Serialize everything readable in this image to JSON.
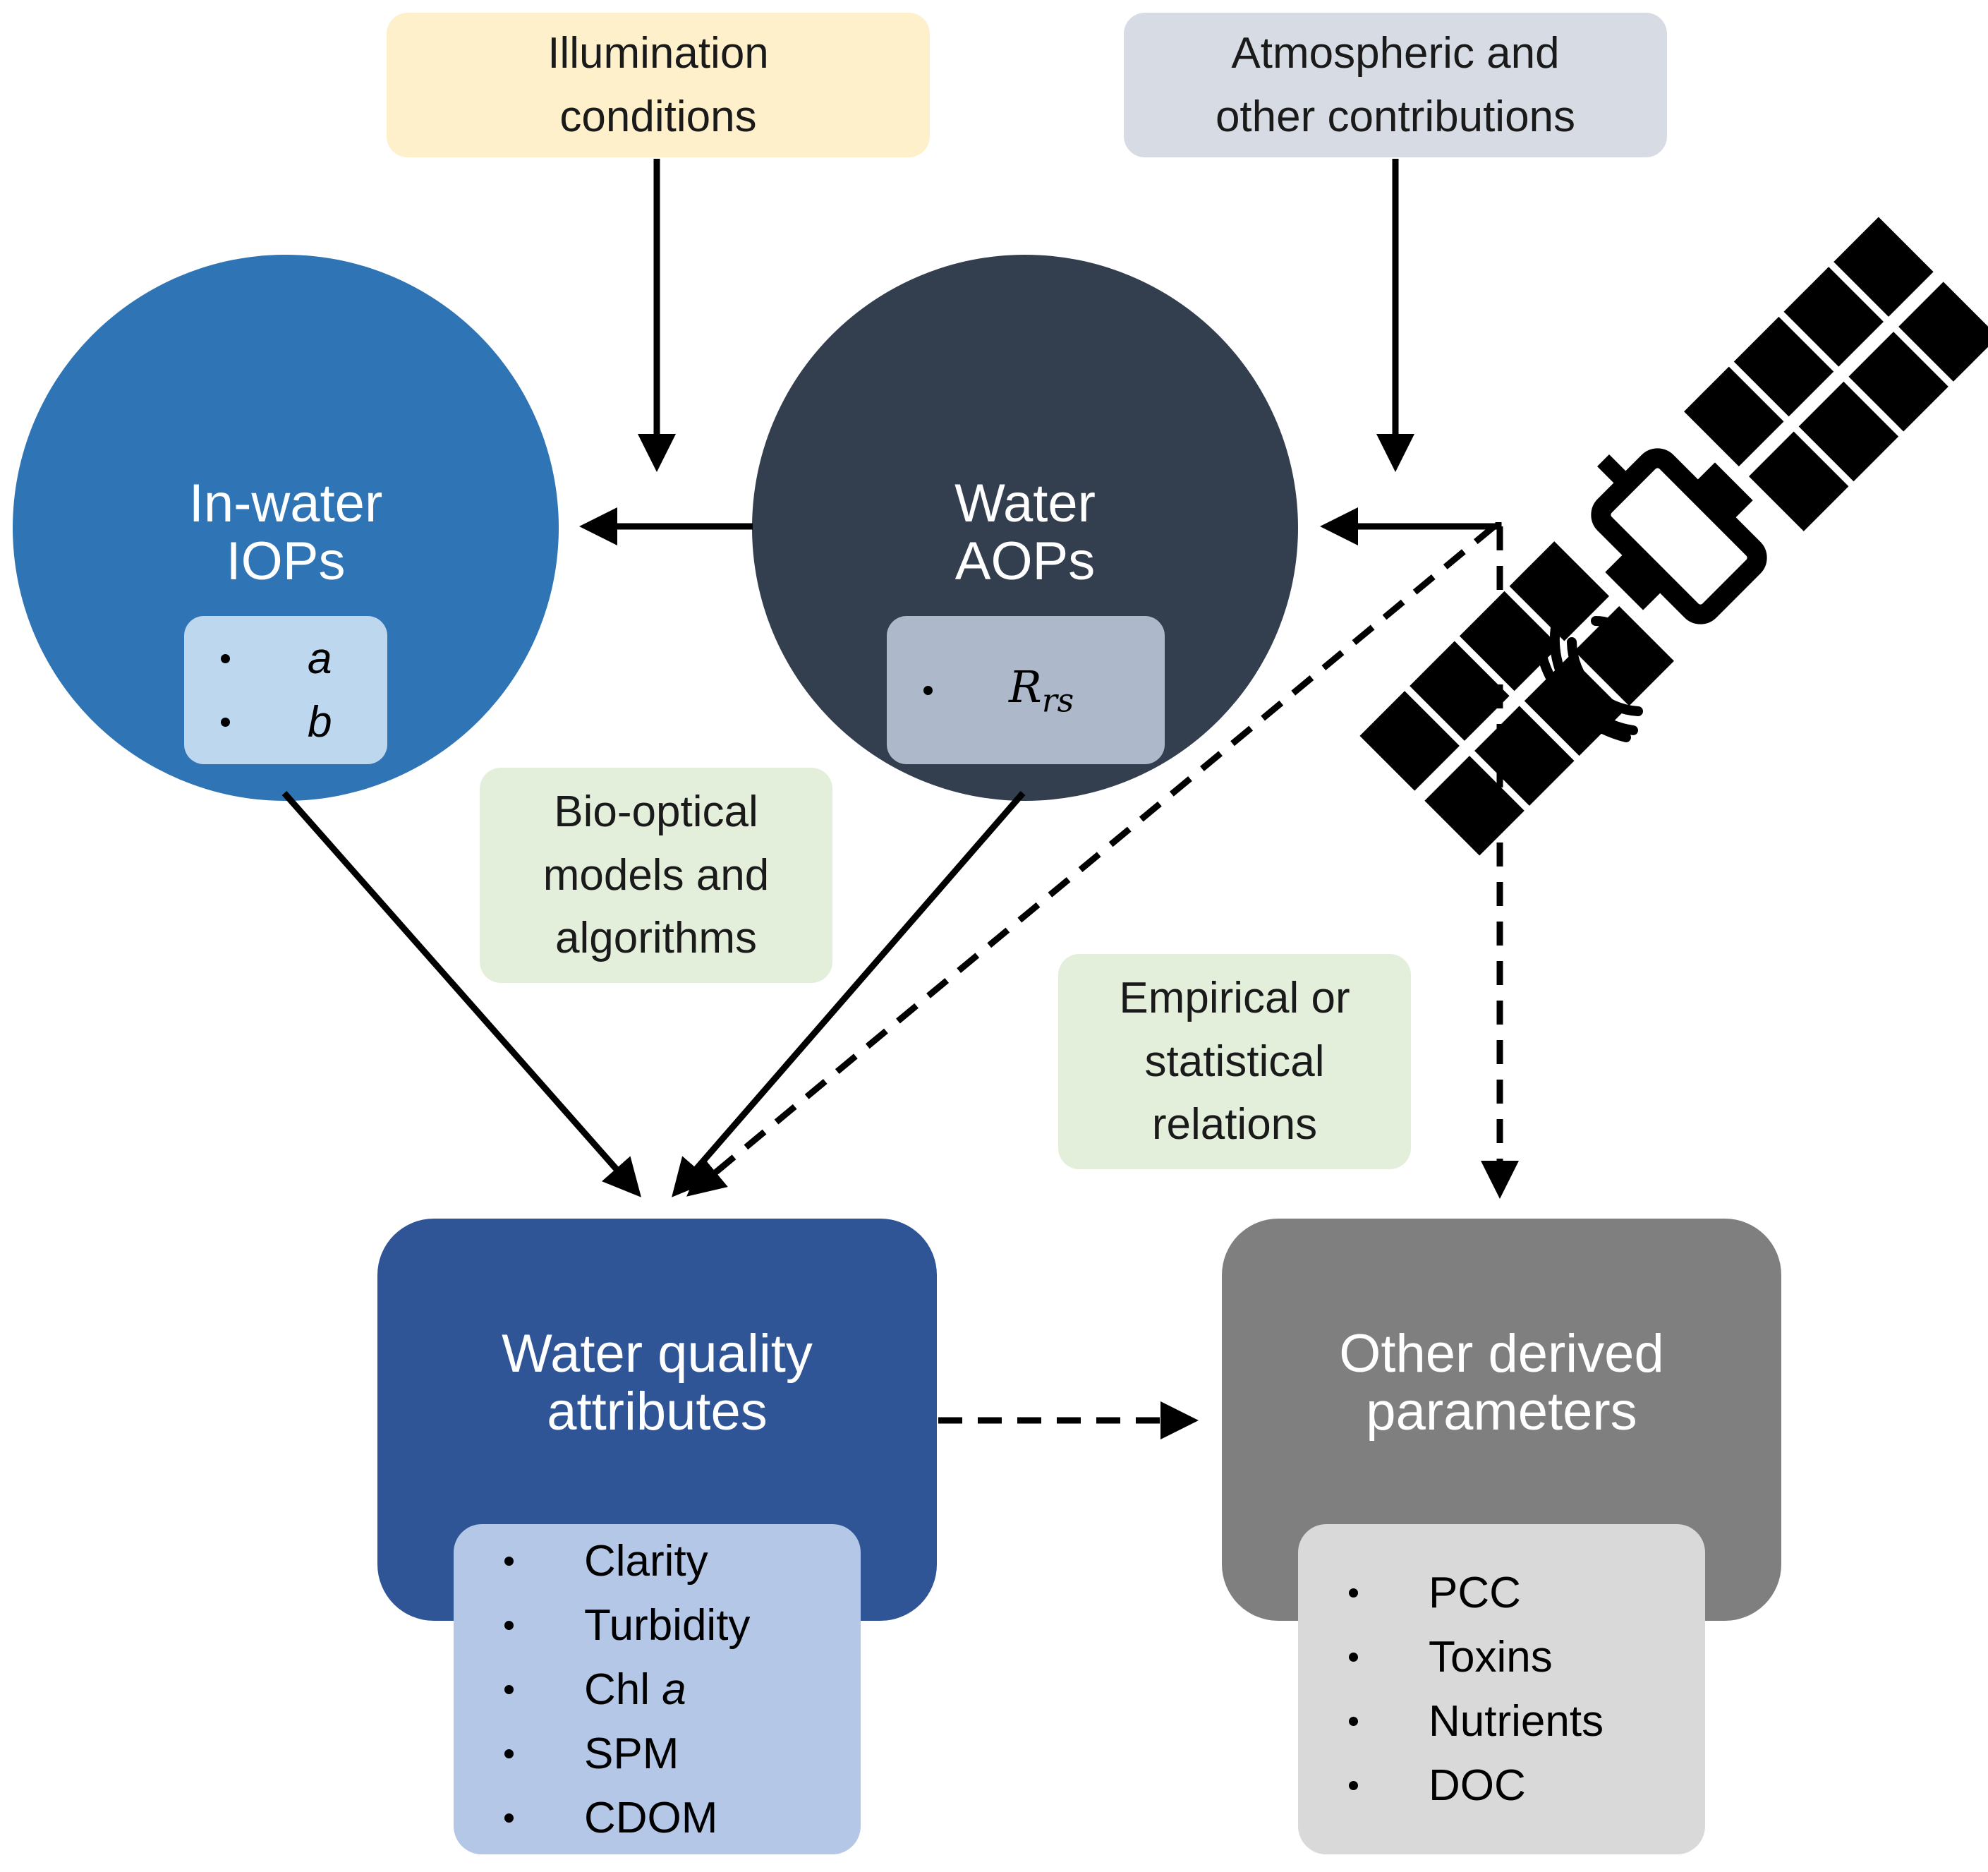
{
  "colors": {
    "illumination": "#fdf0cb",
    "atmospheric": "#d7dce4",
    "iops_circle": "#2f74b5",
    "aops_circle": "#333f4f",
    "iops_list": "#bdd7ee",
    "aops_list": "#adb8ca",
    "green_label": "#e3efda",
    "wq_box": "#2f5596",
    "wq_list": "#b4c7e7",
    "other_box": "#7f7f7f",
    "other_list": "#d9d9d9",
    "arrow": "#000000"
  },
  "illumination": {
    "lines": [
      "Illumination",
      "conditions"
    ]
  },
  "atmospheric": {
    "lines": [
      "Atmospheric and",
      "other contributions"
    ]
  },
  "iops": {
    "lines": [
      "In-water",
      "IOPs"
    ],
    "items": [
      "a",
      "b"
    ]
  },
  "aops": {
    "lines": [
      "Water",
      "AOPs"
    ],
    "item_main": "R",
    "item_sub": "rs"
  },
  "bio_optical": {
    "lines": [
      "Bio-optical",
      "models and",
      "algorithms"
    ]
  },
  "empirical": {
    "lines": [
      "Empirical or",
      "statistical",
      "relations"
    ]
  },
  "water_quality": {
    "lines": [
      "Water quality",
      "attributes"
    ],
    "items": [
      {
        "text": "Clarity"
      },
      {
        "text": "Turbidity"
      },
      {
        "text": "Chl ",
        "italic": "a"
      },
      {
        "text": "SPM"
      },
      {
        "text": "CDOM"
      }
    ]
  },
  "other_derived": {
    "lines": [
      "Other derived",
      "parameters"
    ],
    "items": [
      "PCC",
      "Toxins",
      "Nutrients",
      "DOC"
    ]
  },
  "icons": {
    "satellite": "satellite-icon"
  }
}
